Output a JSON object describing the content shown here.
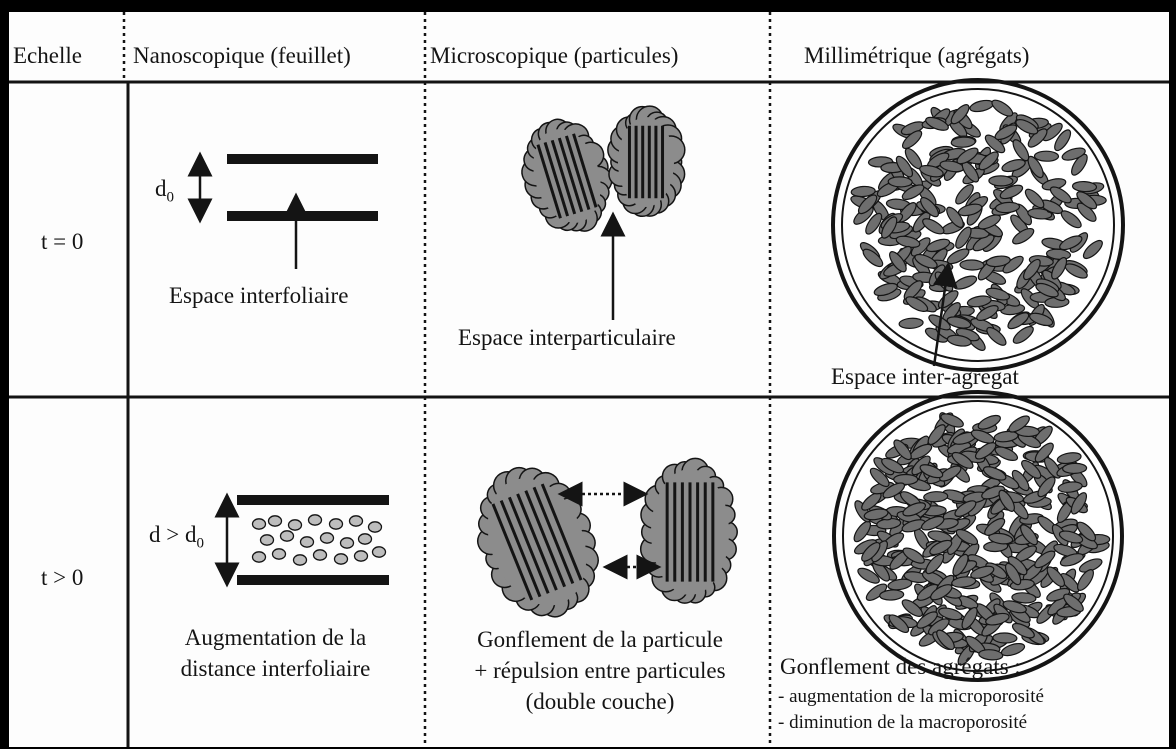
{
  "headers": {
    "scale": "Echelle",
    "nano": "Nanoscopique (feuillet)",
    "micro": "Microscopique (particules)",
    "milli": "Millimétrique (agrégats)"
  },
  "rows": {
    "t0": "t = 0",
    "t1": "t > 0"
  },
  "labels": {
    "d0_prefix": "d",
    "d0_sub": "0",
    "d_prefix": "d > d",
    "d_sub": "0",
    "interfoliar_space": "Espace interfoliaire",
    "interparticle_space": "Espace interparticulaire",
    "interaggregate_space": "Espace inter-agrégat",
    "nano_t1_line1": "Augmentation de la",
    "nano_t1_line2": "distance interfoliaire",
    "micro_t1_line1": "Gonflement de la particule",
    "micro_t1_line2": "+ répulsion entre particules",
    "micro_t1_line3": "(double couche)",
    "milli_t1_title": "Gonflement des agrégats :",
    "milli_t1_item1": "- augmentation de la microporosité",
    "milli_t1_item2": "- diminution de la macroporosité"
  },
  "colors": {
    "ink": "#141414",
    "particle_fill": "#8c8c8c",
    "aggregate_fill": "#6e6e6e",
    "ion_fill": "#bdbdbd"
  }
}
